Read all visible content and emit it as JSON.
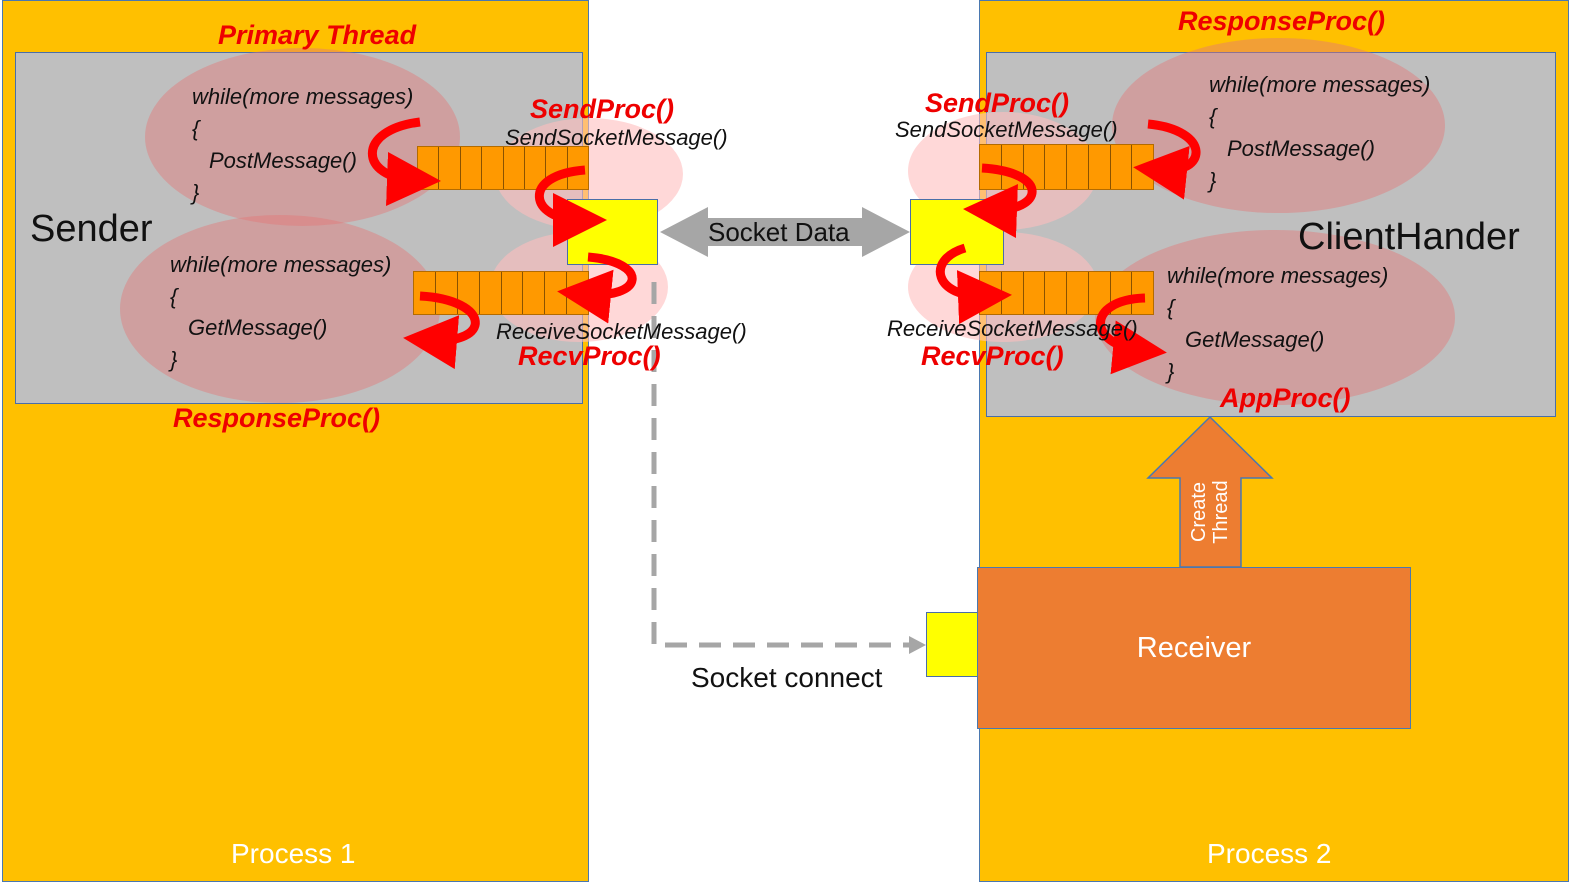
{
  "process1": {
    "label": "Process 1",
    "title": "Primary Thread",
    "component": "Sender",
    "send_loop": {
      "line1": "while(more messages)",
      "line2": "{",
      "line3": "PostMessage()",
      "line4": "}"
    },
    "recv_loop": {
      "line1": "while(more messages)",
      "line2": "{",
      "line3": "GetMessage()",
      "line4": "}"
    },
    "send_proc": "SendProc()",
    "send_socket_message": "SendSocketMessage()",
    "receive_socket_message": "ReceiveSocketMessage()",
    "recv_proc": "RecvProc()",
    "response_proc": "ResponseProc()"
  },
  "process2": {
    "label": "Process 2",
    "title": "ResponseProc()",
    "component": "ClientHander",
    "send_loop": {
      "line1": "while(more messages)",
      "line2": "{",
      "line3": "PostMessage()",
      "line4": "}"
    },
    "recv_loop": {
      "line1": "while(more messages)",
      "line2": "{",
      "line3": "GetMessage()",
      "line4": "}"
    },
    "send_proc": "SendProc()",
    "send_socket_message": "SendSocketMessage()",
    "receive_socket_message": "ReceiveSocketMessage()",
    "recv_proc": "RecvProc()",
    "app_proc": "AppProc()",
    "receiver": "Receiver",
    "create_thread_line1": "Create",
    "create_thread_line2": "Thread"
  },
  "connections": {
    "socket_data": "Socket Data",
    "socket_connect": "Socket  connect"
  },
  "colors": {
    "process_bg": "#FFC000",
    "handler_bg": "#BFBFBF",
    "queue": "#FF9900",
    "socket": "#FFFF00",
    "receiver": "#ED7D31",
    "arrow_red": "#FF0000",
    "label_red": "#EE0000",
    "arrow_grey": "#A6A6A6"
  }
}
